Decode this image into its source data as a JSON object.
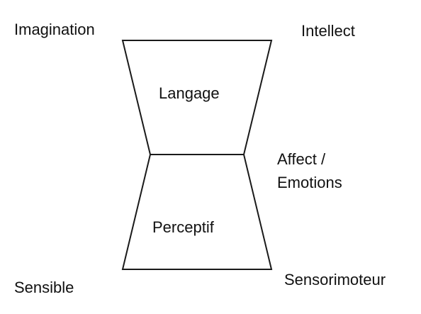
{
  "diagram": {
    "corner_labels": {
      "top_left": "Imagination",
      "top_right": "Intellect",
      "middle_right": "Affect / Emotions",
      "bottom_left": "Sensible",
      "bottom_right": "Sensorimoteur"
    },
    "shapes": {
      "upper_trapezoid_label": "Langage",
      "lower_trapezoid_label": "Perceptif"
    },
    "colors": {
      "stroke": "#1a1a1a",
      "text": "#111111",
      "background": "#ffffff"
    }
  }
}
